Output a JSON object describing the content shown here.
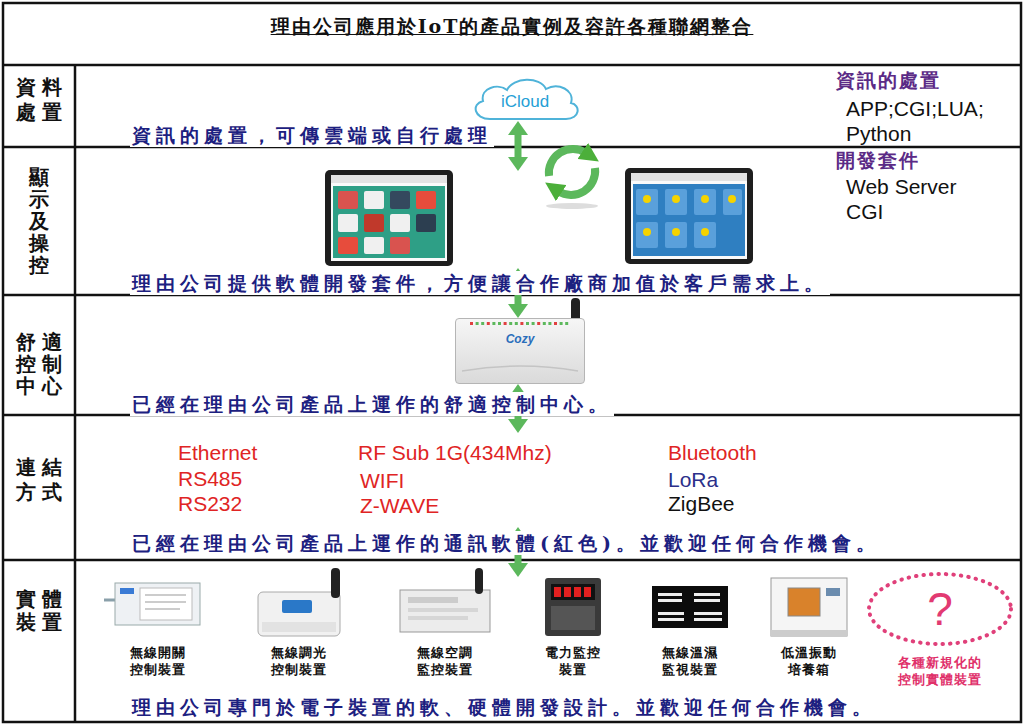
{
  "diagram": {
    "title": "理由公司應用於IoT的產品實例及容許各種聯網整合",
    "nodes": [
      {
        "text": [
          "資料處置",
          "資訊的處置，可傳雲端或自行處理"
        ]
      },
      {
        "text": [
          "iCloud"
        ],
        "in": 0
      },
      {
        "text": [
          "顯示及操控",
          "理由公司提供軟體開發套件，方便讓合作廠商加值於客戶需求上。"
        ]
      },
      {
        "text": [
          "舒適控制中心",
          "已經在理由公司產品上運作的舒適控制中心。"
        ]
      },
      {
        "text": [
          "Cozy"
        ],
        "in": 3
      },
      {
        "text": [
          "連結方式",
          "已經在理由公司產品上運作的通訊軟體(紅色)。並歡迎任何合作機會。"
        ]
      },
      {
        "text": [
          "實體裝置",
          "理由公司專門於電子裝置的軟、硬體開發設計。並歡迎任何合作機會。"
        ]
      },
      {
        "text": [
          "無線開關控制裝置"
        ],
        "in": 6
      },
      {
        "text": [
          "無線調光控制裝置"
        ],
        "in": 6
      },
      {
        "text": [
          "無線空調監控裝置"
        ],
        "in": 6
      },
      {
        "text": [
          "電力監控裝置"
        ],
        "in": 6
      },
      {
        "text": [
          "無線溫濕監視裝置"
        ],
        "in": 6
      },
      {
        "text": [
          "低溫振動培養箱"
        ],
        "in": 6
      },
      {
        "text": [
          "?",
          "各種新規化的控制實體裝置"
        ],
        "in": 6
      }
    ],
    "edges": [
      {
        "from": 1,
        "to": 2,
        "arrow": "both"
      },
      {
        "from": 2,
        "to": 4,
        "arrow": "both"
      },
      {
        "from": 4,
        "to": 5,
        "arrow": "both"
      },
      {
        "from": 5,
        "to": 6,
        "arrow": "both"
      }
    ],
    "labels": [
      "資訊的處置",
      "APP;CGI;LUA; Python",
      "開發套件",
      "Web Server CGI",
      "Ethernet",
      "RS485",
      "RS232",
      "RF Sub 1G(434Mhz)",
      "WIFI",
      "Z-WAVE",
      "Bluetooth",
      "LoRa",
      "ZigBee"
    ]
  }
}
